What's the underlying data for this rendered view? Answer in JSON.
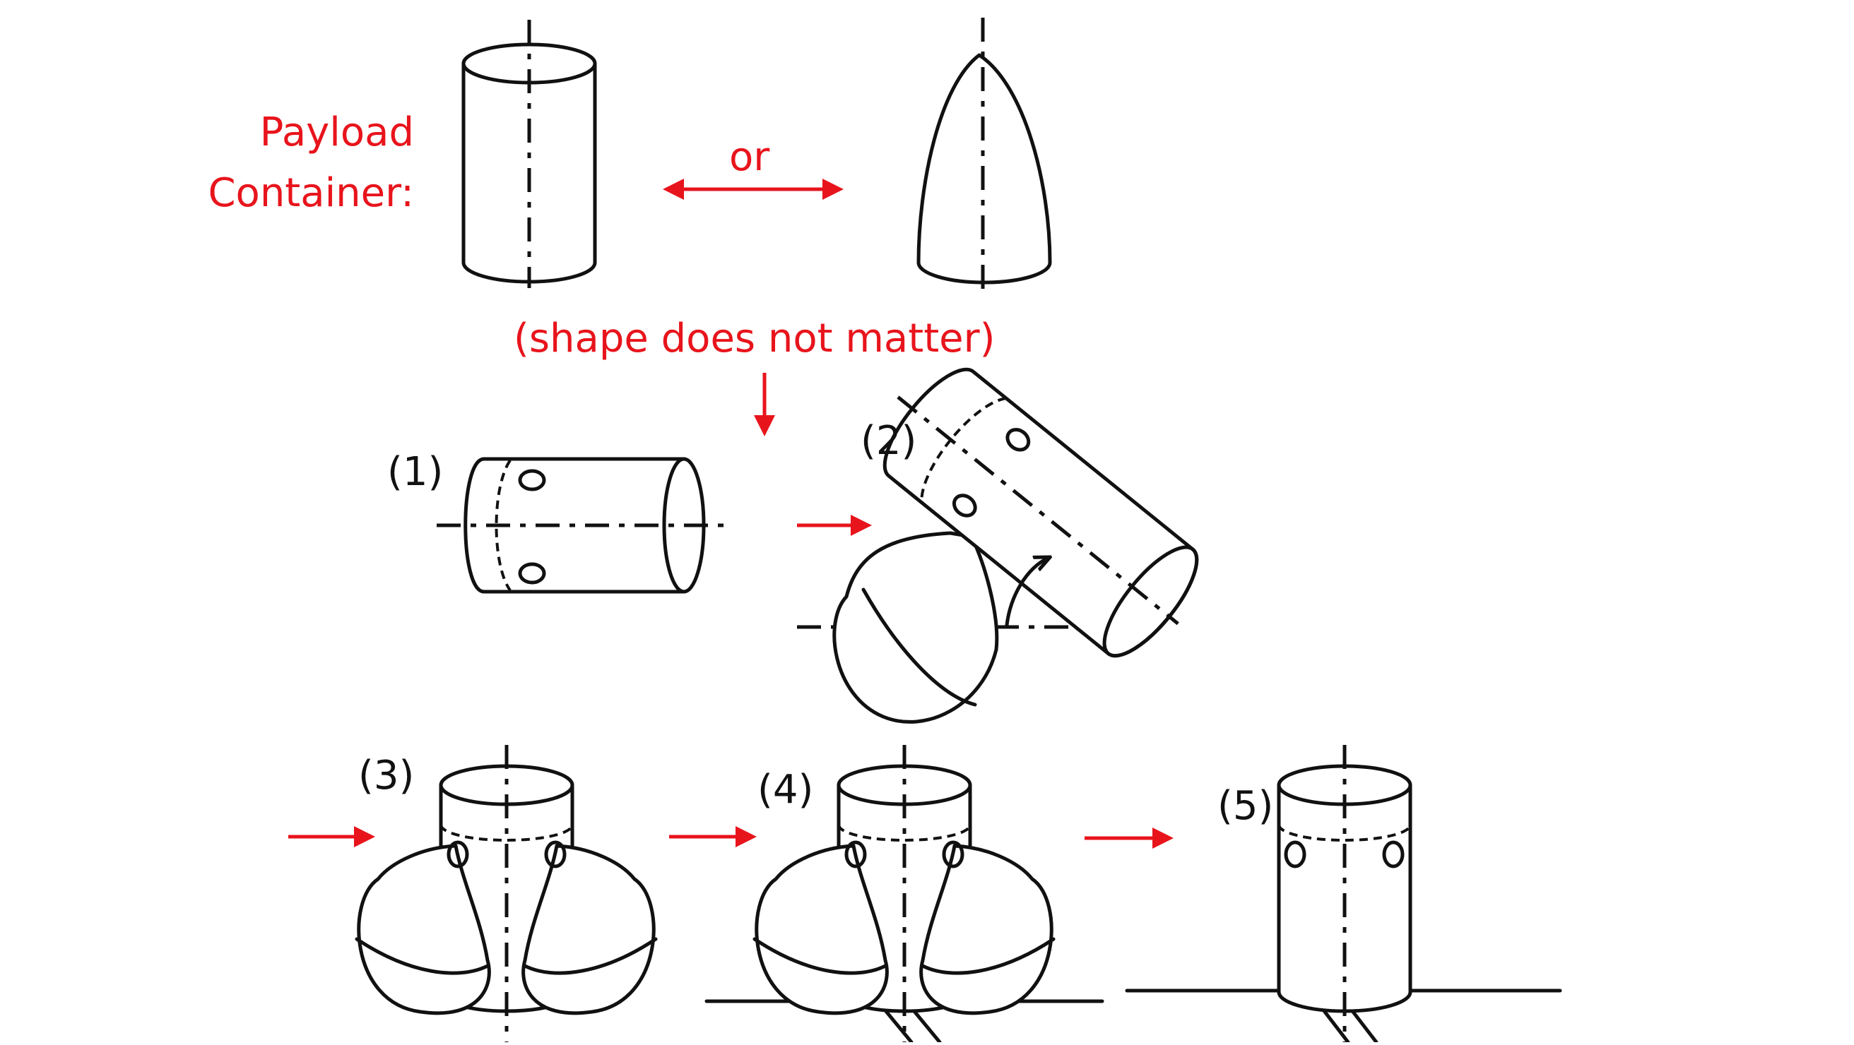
{
  "labels": {
    "payload_line1": "Payload",
    "payload_line2": "Container:",
    "or": "or",
    "shape_note": "(shape does not matter)",
    "steps": [
      "(1)",
      "(2)",
      "(3)",
      "(4)",
      "(5)"
    ]
  },
  "colors": {
    "annotation": "#e8141c",
    "line": "#111111",
    "background": "#ffffff"
  }
}
